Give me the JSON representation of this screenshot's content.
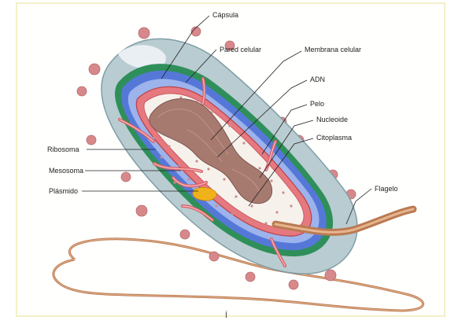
{
  "labels": {
    "capsule": "Cápsula",
    "cell_wall": "Pared celular",
    "cell_membrane": "Membrana celular",
    "dna": "ADN",
    "pilus": "Pelo",
    "nucleoid": "Nucleoide",
    "cytoplasm": "Citoplasma",
    "ribosome": "Ribosoma",
    "mesosome": "Mesosoma",
    "plasmid": "Plásmido",
    "flagellum": "Flagelo"
  },
  "bottom_mark": "Í",
  "colors": {
    "capsule": "#b9ccd1",
    "capsule_edge": "#7f9ea6",
    "wall_green": "#2f8f5a",
    "wall_blue": "#5578d8",
    "membrane": "#e6797f",
    "membrane_edge": "#b84047",
    "cytoplasm": "#f7f1ec",
    "nucleoid": "#a77a6f",
    "plasmid": "#f0b21b",
    "flagellum": "#c8875d",
    "bumps": "#d7888b"
  }
}
